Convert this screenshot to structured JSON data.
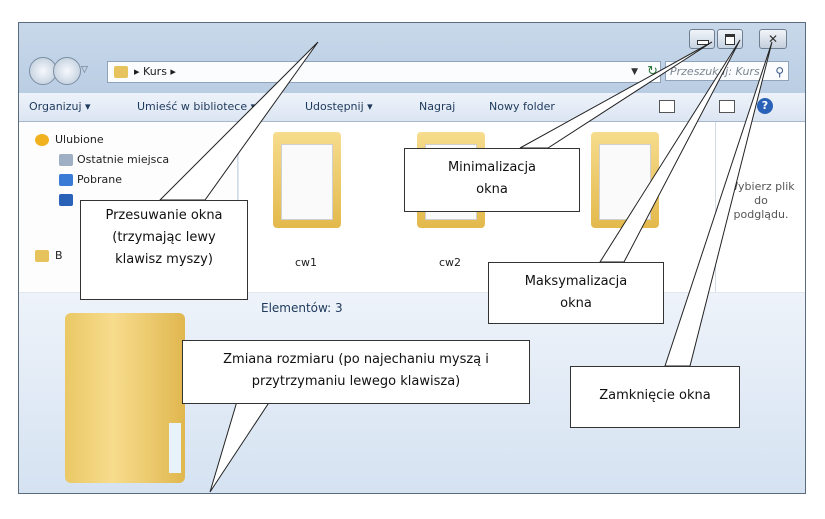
{
  "window": {
    "address": {
      "crumb": "Kurs"
    },
    "search_placeholder": "Przeszukaj: Kurs"
  },
  "toolbar": {
    "organize": "Organizuj ▾",
    "library": "Umieść w bibliotece ▾",
    "share": "Udostępnij ▾",
    "burn": "Nagraj",
    "new_folder": "Nowy folder",
    "help": "?"
  },
  "nav": {
    "favorites": "Ulubione",
    "recent": "Ostatnie miejsca",
    "downloads": "Pobrane",
    "libraries_initial": "B"
  },
  "content": {
    "folders": [
      "cw1",
      "cw2",
      ""
    ]
  },
  "preview": {
    "text_line1": "Wybierz plik",
    "text_line2": "do",
    "text_line3": "podglądu."
  },
  "details": {
    "count": "Elementów: 3"
  },
  "callouts": {
    "move": [
      "Przesuwanie okna",
      "(trzymając lewy",
      "klawisz myszy)"
    ],
    "minimize": [
      "Minimalizacja",
      "okna"
    ],
    "maximize": [
      "Maksymalizacja",
      "okna"
    ],
    "resize": [
      "Zmiana rozmiaru (po najechaniu myszą i",
      "przytrzymaniu lewego  klawisza)"
    ],
    "close": [
      "Zamknięcie okna"
    ]
  },
  "icons": [
    "back-icon",
    "forward-icon",
    "folder-icon",
    "refresh-icon",
    "search-icon",
    "minimize-icon",
    "maximize-icon",
    "close-icon",
    "star-icon",
    "help-icon"
  ]
}
